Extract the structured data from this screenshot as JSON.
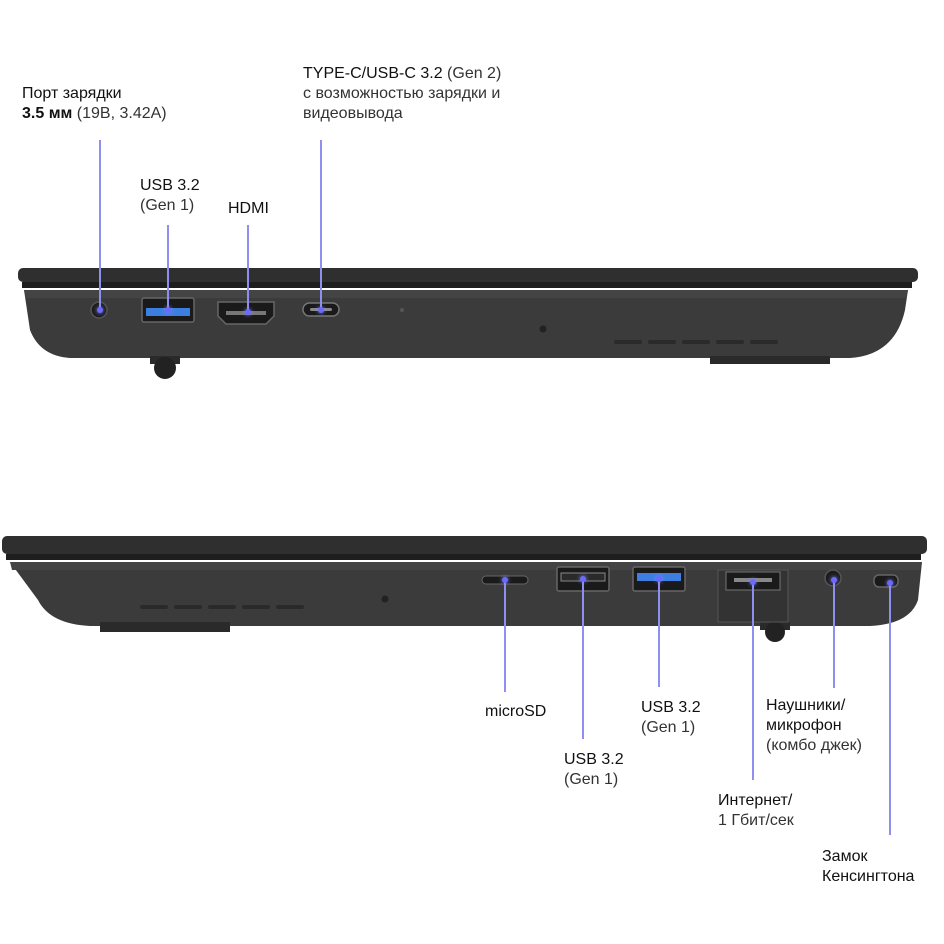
{
  "top_side": {
    "charge_port": {
      "line1": "Порт зарядки",
      "line2_bold": "3.5 мм",
      "line2_rest": " (19В, 3.42А)"
    },
    "usb_a": {
      "line1": "USB 3.2",
      "line2": "(Gen 1)"
    },
    "hdmi": {
      "line1": "HDMI"
    },
    "usb_c": {
      "line1_bold": "TYPE-C/USB-C 3.2",
      "line1_rest": " (Gen 2)",
      "line2": "с возможностью зарядки и",
      "line3": "видеовывода"
    }
  },
  "bottom_side": {
    "microsd": {
      "line1": "microSD"
    },
    "usb_a_left": {
      "line1": "USB 3.2",
      "line2": "(Gen 1)"
    },
    "usb_a_right": {
      "line1": "USB 3.2",
      "line2": "(Gen 1)"
    },
    "audio": {
      "line1": "Наушники/",
      "line2": "микрофон",
      "line3": "(комбо джек)"
    },
    "ethernet": {
      "line1": "Интернет/",
      "line2": "1 Гбит/сек"
    },
    "kensington": {
      "line1": "Замок",
      "line2": "Кенсингтона"
    }
  },
  "colors": {
    "body": "#3a3a3a",
    "edge": "#2c2c2c",
    "usb_blue": "#3d7fe0",
    "callout_line": "#8f8ff0"
  }
}
